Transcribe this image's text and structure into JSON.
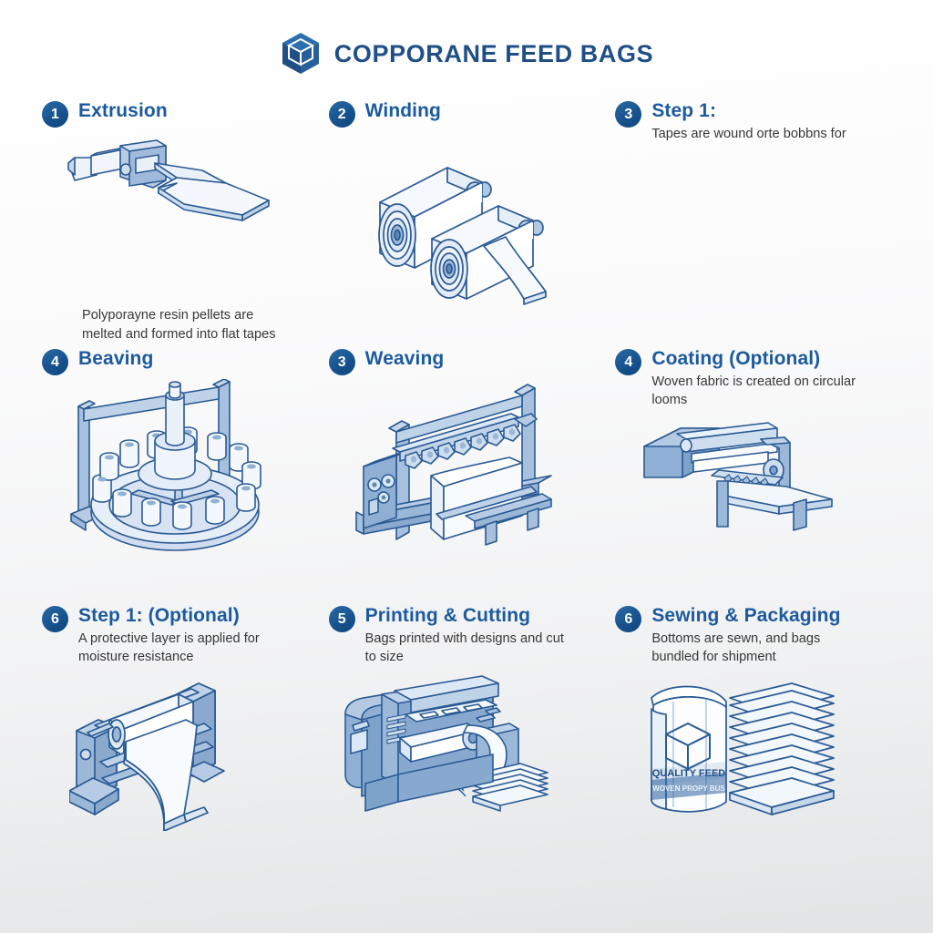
{
  "header": {
    "logo_icon": "cube-box-icon",
    "title": "COPPORANE FEED BAGS",
    "brand_color": "#1f4f86"
  },
  "theme": {
    "badge_color": "#16518c",
    "title_color": "#1c5a9e",
    "body_text_color": "#373737",
    "illustration_fill": "#7d9fc9",
    "illustration_stroke": "#2a5a94",
    "background_top": "#ffffff",
    "background_bottom": "#e2e4e5"
  },
  "steps": [
    {
      "number": "1",
      "title": "Extrusion",
      "description": "Polyporayne resin pellets are melted and formed into flat tapes",
      "description_position": "below",
      "illustration": "extruder-machine-illustration"
    },
    {
      "number": "2",
      "title": "Winding",
      "description": "",
      "description_position": "none",
      "illustration": "tape-bobbins-illustration"
    },
    {
      "number": "3",
      "title": "Step 1:",
      "description": "Tapes are wound orte bobbns for",
      "description_position": "top",
      "illustration": "none"
    },
    {
      "number": "4",
      "title": "Beaving",
      "description": "",
      "description_position": "none",
      "illustration": "circular-loom-illustration"
    },
    {
      "number": "3",
      "title": "Weaving",
      "description": "",
      "description_position": "none",
      "illustration": "weaving-machine-illustration"
    },
    {
      "number": "4",
      "title": "Coating (Optional)",
      "description": "Woven fabric is created on circular looms",
      "description_position": "top",
      "illustration": "coating-line-illustration"
    },
    {
      "number": "6",
      "title": "Step 1: (Optional)",
      "description": "A protective layer is applied for moisture resistance",
      "description_position": "top",
      "illustration": "coating-roller-illustration"
    },
    {
      "number": "5",
      "title": "Printing & Cutting",
      "description": "Bags printed with designs and cut to size",
      "description_position": "top",
      "illustration": "printing-press-illustration"
    },
    {
      "number": "6",
      "title": "Sewing & Packaging",
      "description": "Bottoms are sewn, and bags bundled for shipment",
      "description_position": "top",
      "illustration": "stacked-bags-illustration"
    }
  ],
  "bag_label": {
    "logo_icon": "cube-box-icon",
    "line1": "QUALITY FEED",
    "line2": "WOVEN PROPY BUS"
  }
}
